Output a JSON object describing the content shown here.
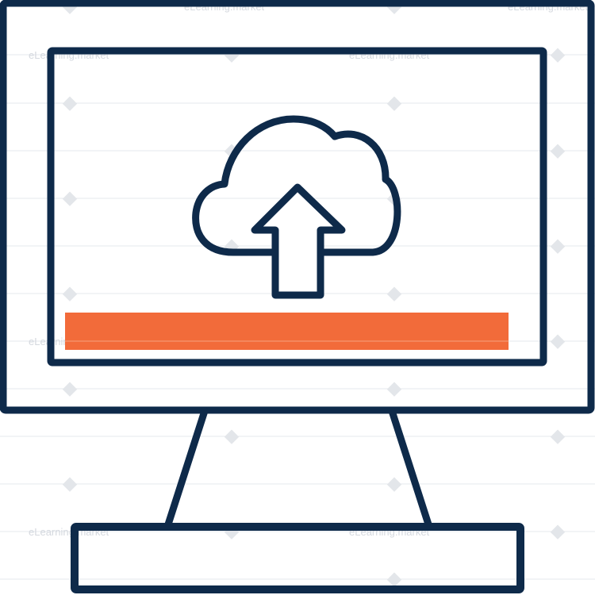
{
  "illustration": {
    "subject": "computer-monitor-upload",
    "icons": [
      "monitor-icon",
      "cloud-icon",
      "upload-arrow-icon"
    ],
    "upload_progress": 1.0
  },
  "watermark": {
    "text": "eLearning.market",
    "letter": "e"
  },
  "colors": {
    "outline": "#0e2a4a",
    "accent": "#f26b3a",
    "background": "#ffffff",
    "watermark": "#d5d9df"
  }
}
